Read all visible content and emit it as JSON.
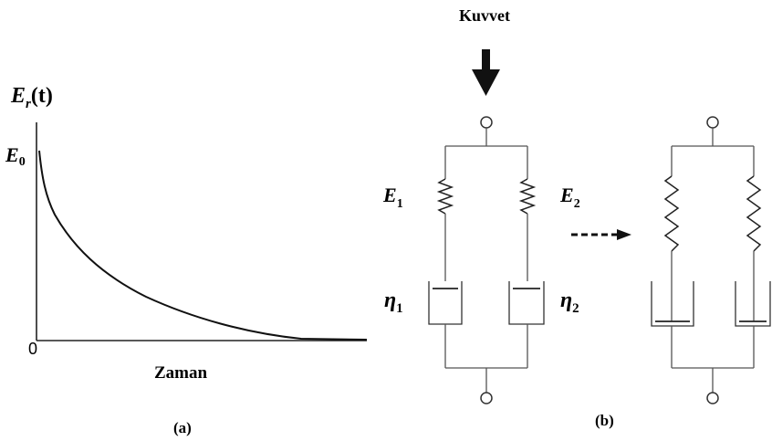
{
  "panel_a": {
    "y_axis_label": "E_r(t)",
    "y_axis_main": "E",
    "y_axis_sub": "r",
    "y_axis_arg": "(t)",
    "e0_main": "E",
    "e0_sub": "0",
    "origin_label": "0",
    "x_axis_label": "Zaman",
    "caption": "(a)"
  },
  "panel_b": {
    "force_label": "Kuvvet",
    "e1_main": "E",
    "e1_sub": "1",
    "e2_main": "E",
    "e2_sub": "2",
    "eta1_main": "η",
    "eta1_sub": "1",
    "eta2_main": "η",
    "eta2_sub": "2",
    "caption": "(b)"
  },
  "colors": {
    "curve": "#111111",
    "axis": "#222222",
    "wire": "#555555"
  }
}
